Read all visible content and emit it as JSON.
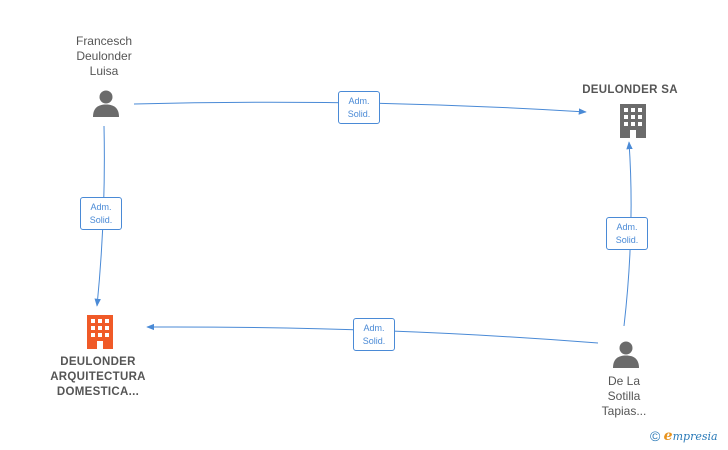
{
  "nodes": {
    "francesch": {
      "label_lines": [
        "Francesch",
        "Deulonder",
        "Luisa"
      ],
      "kind": "person",
      "icon": "person-icon",
      "color": "#6b6b6b"
    },
    "deulonder_sa": {
      "label_lines": [
        "DEULONDER SA"
      ],
      "kind": "company",
      "icon": "building-icon",
      "color": "#6b6b6b"
    },
    "deulonder_arq": {
      "label_lines": [
        "DEULONDER",
        "ARQUITECTURA",
        "DOMESTICA..."
      ],
      "kind": "company",
      "icon": "building-icon",
      "color": "#f05a28"
    },
    "de_la_sotilla": {
      "label_lines": [
        "De La",
        "Sotilla",
        "Tapias..."
      ],
      "kind": "person",
      "icon": "person-icon",
      "color": "#6b6b6b"
    }
  },
  "edges": [
    {
      "from": "francesch",
      "to": "deulonder_sa",
      "label_lines": [
        "Adm.",
        "Solid."
      ]
    },
    {
      "from": "francesch",
      "to": "deulonder_arq",
      "label_lines": [
        "Adm.",
        "Solid."
      ]
    },
    {
      "from": "de_la_sotilla",
      "to": "deulonder_sa",
      "label_lines": [
        "Adm.",
        "Solid."
      ]
    },
    {
      "from": "de_la_sotilla",
      "to": "deulonder_arq",
      "label_lines": [
        "Adm.",
        "Solid."
      ]
    }
  ],
  "colors": {
    "edge": "#4a8ad6",
    "label_text": "#555555",
    "brand_blue": "#2a7ab8",
    "brand_orange": "#e8931c"
  },
  "brand": {
    "copyright": "©",
    "first_letter": "e",
    "rest": "mpresia"
  }
}
